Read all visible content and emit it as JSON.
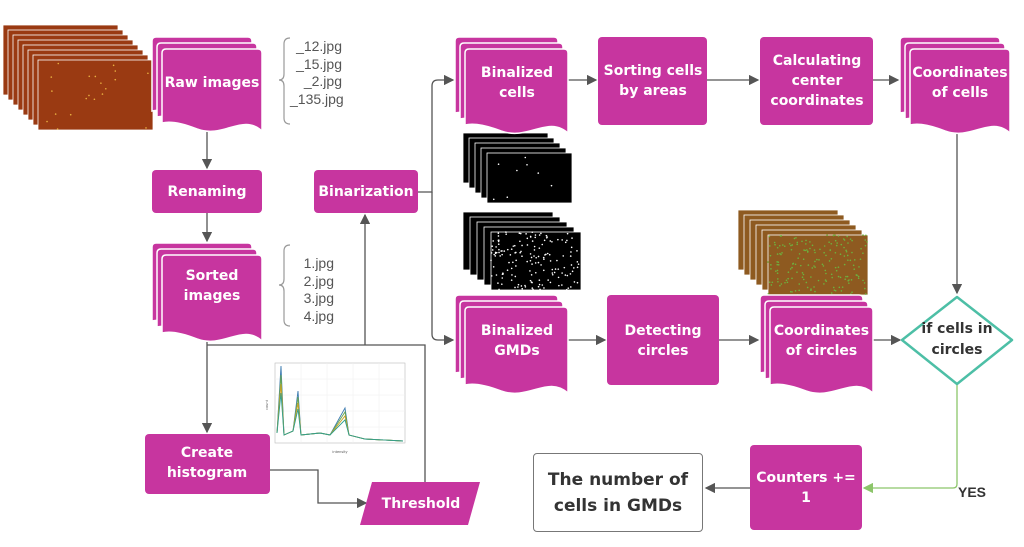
{
  "colors": {
    "process": "#C7359F",
    "decision_border": "#4DBFA6",
    "yes_line": "#8CC56A",
    "arrow": "#555555"
  },
  "nodes": {
    "raw_images": "Raw images",
    "renaming": "Renaming",
    "sorted_images": "Sorted images",
    "create_histogram": "Create histogram",
    "threshold": "Threshold",
    "binarization": "Binarization",
    "binalized_cells": "Binalized cells",
    "sorting_cells": "Sorting cells by areas",
    "calculating_center": "Calculating center coordinates",
    "coordinates_cells": "Coordinates of cells",
    "binalized_gmds": "Binalized GMDs",
    "detecting_circles": "Detecting circles",
    "coordinates_circles": "Coordinates of circles",
    "decision": "if cells in circles",
    "counters": "Counters += 1",
    "result": "The number of cells in GMDs"
  },
  "edge_labels": {
    "yes": "YES"
  },
  "raw_files": [
    "_12.jpg",
    "_15.jpg",
    "_2.jpg",
    "_135.jpg"
  ],
  "sorted_files": [
    "1.jpg",
    "2.jpg",
    "3.jpg",
    "4.jpg"
  ],
  "histogram": {
    "xlabel": "intensity",
    "ylabel": "count"
  }
}
